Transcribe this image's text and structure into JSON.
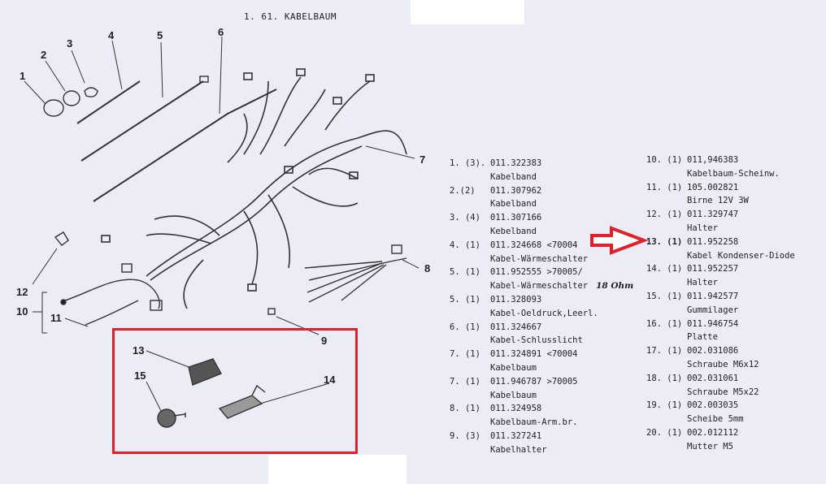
{
  "title": "1. 61. KABELBAUM",
  "callouts": [
    "1",
    "2",
    "3",
    "4",
    "5",
    "6",
    "7",
    "8",
    "9",
    "10",
    "11",
    "12",
    "13",
    "14",
    "15"
  ],
  "highlight_color": "#e0202a",
  "parts_left": [
    {
      "num": "1. (3).",
      "part": "011.322383",
      "desc": "Kabelband"
    },
    {
      "num": "2.(2)",
      "part": "011.307962",
      "desc": "Kabelband"
    },
    {
      "num": "3. (4)",
      "part": "011.307166",
      "desc": "Kebelband"
    },
    {
      "num": "4. (1)",
      "part": "011.324668 <70004",
      "desc": "Kabel-Wärmeschalter"
    },
    {
      "num": "5. (1)",
      "part": "011.952555 >70005/",
      "desc": "Kabel-Wärmeschalter",
      "note": "18 Ohm"
    },
    {
      "num": "5. (1)",
      "part": "011.328093",
      "desc": "Kabel-Oeldruck,Leerl."
    },
    {
      "num": "6. (1)",
      "part": "011.324667",
      "desc": "Kabel-Schlusslicht"
    },
    {
      "num": "7. (1)",
      "part": "011.324891 <70004",
      "desc": "Kabelbaum"
    },
    {
      "num": "7. (1)",
      "part": "011.946787 >70005",
      "desc": "Kabelbaum"
    },
    {
      "num": "8. (1)",
      "part": "011.324958",
      "desc": "Kabelbaum-Arm.br."
    },
    {
      "num": "9. (3)",
      "part": "011.327241",
      "desc": "Kabelhalter"
    }
  ],
  "parts_right": [
    {
      "num": "10. (1)",
      "part": "011,946383",
      "desc": "Kabelbaum-Scheinw."
    },
    {
      "num": "11. (1)",
      "part": "105.002821",
      "desc": "Birne 12V 3W"
    },
    {
      "num": "12. (1)",
      "part": "011.329747",
      "desc": "Halter"
    },
    {
      "num": "13. (1)",
      "part": "011.952258",
      "desc": "Kabel Kondenser-Diode"
    },
    {
      "num": "14. (1)",
      "part": "011.952257",
      "desc": "Halter"
    },
    {
      "num": "15. (1)",
      "part": "011.942577",
      "desc": "Gummilager"
    },
    {
      "num": "16. (1)",
      "part": "011.946754",
      "desc": "Platte"
    },
    {
      "num": "17. (1)",
      "part": "002.031086",
      "desc": "Schraube M6x12"
    },
    {
      "num": "18. (1)",
      "part": "002.031061",
      "desc": "Schraube M5x22"
    },
    {
      "num": "19. (1)",
      "part": "002.003035",
      "desc": "Scheibe 5mm"
    },
    {
      "num": "20. (1)",
      "part": "002.012112",
      "desc": "Mutter M5"
    }
  ]
}
